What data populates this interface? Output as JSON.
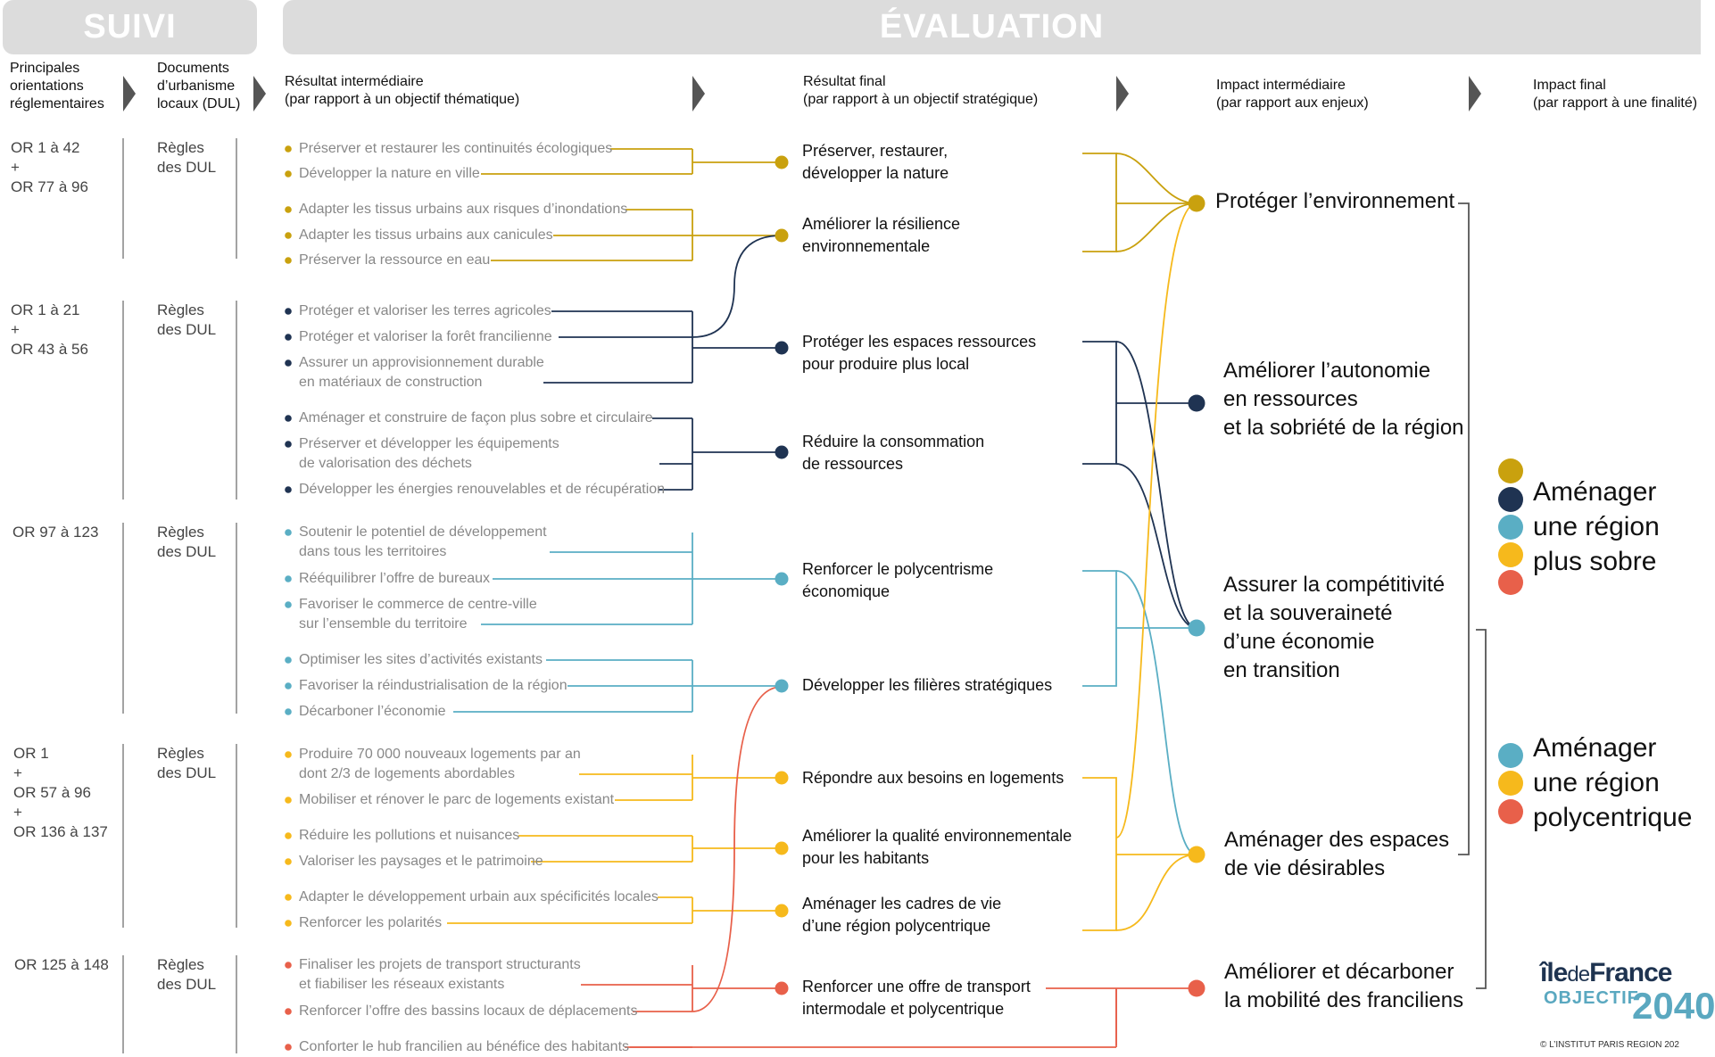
{
  "banners": {
    "suivi": "SUIVI",
    "evaluation": "ÉVALUATION"
  },
  "headers": {
    "orientations": [
      "Principales",
      "orientations",
      "réglementaires"
    ],
    "documents": [
      "Documents",
      "d’urbanisme",
      "locaux (DUL)"
    ],
    "ri": [
      "Résultat intermédiaire",
      "(par rapport à un objectif thématique)"
    ],
    "rf": [
      "Résultat final",
      "(par rapport à un objectif stratégique)"
    ],
    "ii": [
      "Impact intermédiaire",
      "(par rapport aux enjeux)"
    ],
    "fi": [
      "Impact final",
      "(par rapport à une finalité)"
    ]
  },
  "colors": {
    "gold": "#c9a10e",
    "navy": "#1f3352",
    "teal": "#5aaec4",
    "yellow": "#f6b91c",
    "red": "#e8604a"
  },
  "orientations": [
    [
      "OR 1 à 42",
      "+",
      "OR 77 à 96"
    ],
    [
      "OR 1 à 21",
      "+",
      "OR 43 à 56"
    ],
    [
      "OR 97 à 123"
    ],
    [
      "OR 1",
      "+",
      "OR 57 à 96",
      "+",
      "OR 136 à 137"
    ],
    [
      "OR 125 à 148"
    ]
  ],
  "dul": [
    "Règles",
    "des DUL"
  ],
  "intermediate_results": [
    [
      "Préserver et restaurer les continuités écologiques"
    ],
    [
      "Développer la nature en ville"
    ],
    [
      "Adapter les tissus urbains aux risques d’inondations"
    ],
    [
      "Adapter les tissus urbains aux canicules"
    ],
    [
      "Préserver la ressource en eau"
    ],
    [
      "Protéger et valoriser les terres agricoles"
    ],
    [
      "Protéger et valoriser la forêt francilienne"
    ],
    [
      "Assurer un approvisionnement durable",
      "en matériaux de construction"
    ],
    [
      "Aménager et construire de façon plus sobre et circulaire"
    ],
    [
      "Préserver et développer les équipements",
      "de valorisation des déchets"
    ],
    [
      "Développer les énergies renouvelables et de récupération"
    ],
    [
      "Soutenir le potentiel de développement",
      "dans tous les territoires"
    ],
    [
      "Rééquilibrer l’offre de bureaux"
    ],
    [
      "Favoriser le commerce de centre-ville",
      "sur l’ensemble du territoire"
    ],
    [
      "Optimiser les sites d’activités existants"
    ],
    [
      "Favoriser la réindustrialisation de la région"
    ],
    [
      "Décarboner l’économie"
    ],
    [
      "Produire 70 000 nouveaux logements par an",
      "dont 2/3 de logements abordables"
    ],
    [
      "Mobiliser et rénover le parc de logements existant"
    ],
    [
      "Réduire les pollutions et nuisances"
    ],
    [
      "Valoriser les paysages et le patrimoine"
    ],
    [
      "Adapter le développement urbain aux spécificités locales"
    ],
    [
      "Renforcer les polarités"
    ],
    [
      "Finaliser les projets de transport structurants",
      "et fiabiliser les réseaux existants"
    ],
    [
      "Renforcer l’offre des bassins locaux de déplacements"
    ],
    [
      "Conforter le hub francilien au bénéfice des habitants"
    ]
  ],
  "final_results": [
    [
      "Préserver, restaurer,",
      "développer la nature"
    ],
    [
      "Améliorer la résilience",
      "environnementale"
    ],
    [
      "Protéger les espaces ressources",
      "pour produire plus local"
    ],
    [
      "Réduire la consommation",
      "de ressources"
    ],
    [
      "Renforcer le polycentrisme",
      "économique"
    ],
    [
      "Développer les filières stratégiques"
    ],
    [
      "Répondre aux besoins en logements"
    ],
    [
      "Améliorer la qualité environnementale",
      "pour les habitants"
    ],
    [
      "Aménager les cadres de vie",
      "d’une région polycentrique"
    ],
    [
      "Renforcer une offre de transport",
      "intermodale et polycentrique"
    ]
  ],
  "intermediate_impacts": [
    [
      "Protéger l’environnement"
    ],
    [
      "Améliorer l’autonomie",
      "en ressources",
      "et la sobriété de la région"
    ],
    [
      "Assurer la compétitivité",
      "et la souveraineté",
      "d’une économie",
      "en transition"
    ],
    [
      "Aménager des espaces",
      "de vie désirables"
    ],
    [
      "Améliorer et décarboner",
      "la mobilité des franciliens"
    ]
  ],
  "final_impacts": [
    [
      "Aménager",
      "une région",
      "plus sobre"
    ],
    [
      "Aménager",
      "une région",
      "polycentrique"
    ]
  ],
  "logo": {
    "line1a": "île",
    "line1b": "de",
    "line1c": "France",
    "line2": "OBJECTIF",
    "line3": "2040",
    "copyright": "© L’INSTITUT PARIS REGION 202"
  }
}
